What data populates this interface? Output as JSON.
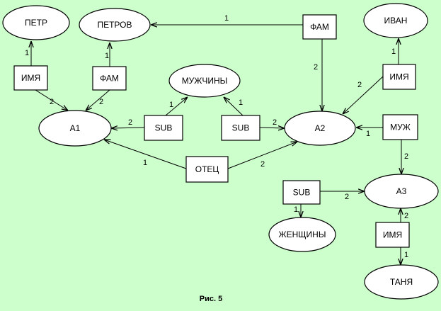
{
  "figure": {
    "caption": "Рис. 5",
    "background_color": "#ccffcc",
    "line_color": "#000000",
    "fill_color": "#ffffff"
  },
  "nodes": [
    {
      "id": "petr",
      "shape": "ellipse",
      "label": "ПЕТР"
    },
    {
      "id": "petrov",
      "shape": "ellipse",
      "label": "ПЕТРОВ"
    },
    {
      "id": "fam_top",
      "shape": "box",
      "label": "ФАМ"
    },
    {
      "id": "ivan",
      "shape": "ellipse",
      "label": "ИВАН"
    },
    {
      "id": "imya_a1",
      "shape": "box",
      "label": "ИМЯ"
    },
    {
      "id": "fam_a1",
      "shape": "box",
      "label": "ФАМ"
    },
    {
      "id": "muzhchiny",
      "shape": "ellipse",
      "label": "МУЖЧИНЫ"
    },
    {
      "id": "imya_a2",
      "shape": "box",
      "label": "ИМЯ"
    },
    {
      "id": "a1",
      "shape": "ellipse",
      "label": "А1"
    },
    {
      "id": "sub_a1",
      "shape": "box",
      "label": "SUB"
    },
    {
      "id": "sub_a2",
      "shape": "box",
      "label": "SUB"
    },
    {
      "id": "a2",
      "shape": "ellipse",
      "label": "А2"
    },
    {
      "id": "muzh",
      "shape": "box",
      "label": "МУЖ"
    },
    {
      "id": "otec",
      "shape": "box",
      "label": "ОТЕЦ"
    },
    {
      "id": "sub_a3",
      "shape": "box",
      "label": "SUB"
    },
    {
      "id": "a3",
      "shape": "ellipse",
      "label": "А3"
    },
    {
      "id": "zhenshchiny",
      "shape": "ellipse",
      "label": "ЖЕНЩИНЫ"
    },
    {
      "id": "imya_a3",
      "shape": "box",
      "label": "ИМЯ"
    },
    {
      "id": "tanya",
      "shape": "ellipse",
      "label": "ТАНЯ"
    }
  ],
  "edges": [
    {
      "from": "imya_a1",
      "to": "petr",
      "label": "1"
    },
    {
      "from": "imya_a1",
      "to": "a1",
      "label": "2"
    },
    {
      "from": "fam_a1",
      "to": "petrov",
      "label": "1"
    },
    {
      "from": "fam_a1",
      "to": "a1",
      "label": "2"
    },
    {
      "from": "fam_top",
      "to": "petrov",
      "label": "1"
    },
    {
      "from": "fam_top",
      "to": "a2",
      "label": "2"
    },
    {
      "from": "imya_a2",
      "to": "ivan",
      "label": "1"
    },
    {
      "from": "imya_a2",
      "to": "a2",
      "label": "2"
    },
    {
      "from": "sub_a1",
      "to": "muzhchiny",
      "label": "1"
    },
    {
      "from": "sub_a1",
      "to": "a1",
      "label": "2"
    },
    {
      "from": "sub_a2",
      "to": "muzhchiny",
      "label": "1"
    },
    {
      "from": "sub_a2",
      "to": "a2",
      "label": "2"
    },
    {
      "from": "muzh",
      "to": "a2",
      "label": "1"
    },
    {
      "from": "muzh",
      "to": "a3",
      "label": "2"
    },
    {
      "from": "otec",
      "to": "a1",
      "label": "1"
    },
    {
      "from": "otec",
      "to": "a2",
      "label": "2"
    },
    {
      "from": "sub_a3",
      "to": "zhenshchiny",
      "label": "1"
    },
    {
      "from": "sub_a3",
      "to": "a3",
      "label": "2"
    },
    {
      "from": "imya_a3",
      "to": "a3",
      "label": "2"
    },
    {
      "from": "imya_a3",
      "to": "tanya",
      "label": "1"
    }
  ]
}
